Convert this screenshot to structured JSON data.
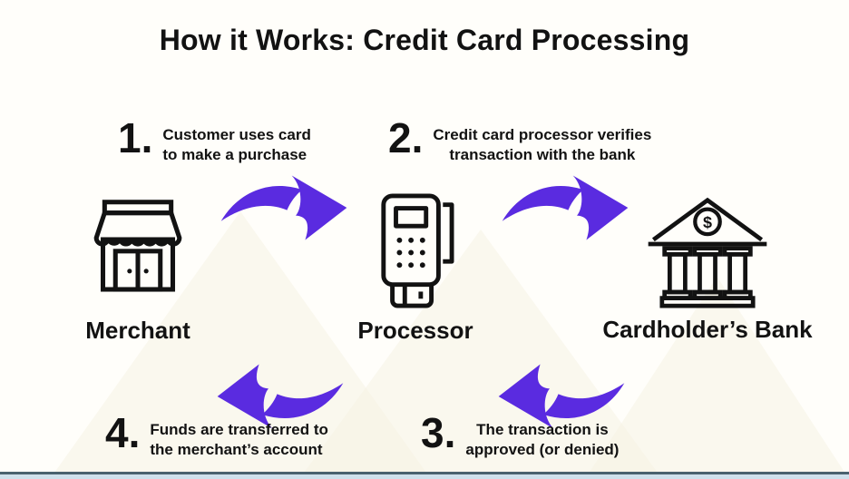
{
  "title": "How it Works: Credit Card Processing",
  "steps": [
    {
      "number": "1.",
      "line1": "Customer uses card",
      "line2": "to make a purchase"
    },
    {
      "number": "2.",
      "line1": "Credit card processor verifies",
      "line2": "transaction with the bank"
    },
    {
      "number": "3.",
      "line1": "The transaction is",
      "line2": "approved (or denied)"
    },
    {
      "number": "4.",
      "line1": "Funds are transferred to",
      "line2": "the merchant’s account"
    }
  ],
  "entities": [
    {
      "label": "Merchant"
    },
    {
      "label": "Processor"
    },
    {
      "label": "Cardholder’s Bank"
    }
  ],
  "icons": {
    "dollar_sign": "$"
  },
  "colors": {
    "arrow": "#5a2be0",
    "ink": "#121212",
    "background": "#fffefa",
    "watermark": "#f5f3e4",
    "footer_line": "#4a626f",
    "footer_strip": "#cfe1ec"
  }
}
